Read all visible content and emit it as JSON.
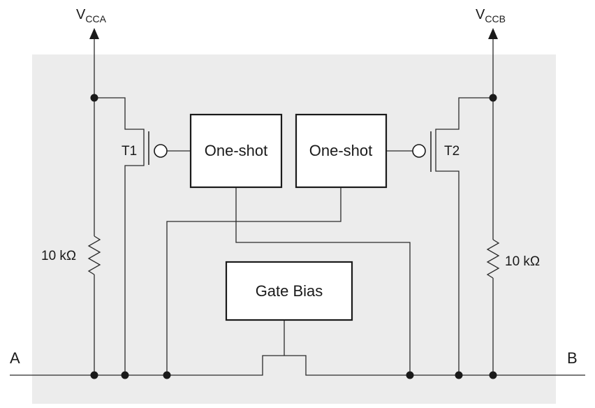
{
  "supplies": {
    "vcca": {
      "main": "V",
      "sub": "CCA"
    },
    "vccb": {
      "main": "V",
      "sub": "CCB"
    }
  },
  "blocks": {
    "oneshot_left": "One-shot",
    "oneshot_right": "One-shot",
    "gate_bias": "Gate Bias"
  },
  "transistors": {
    "t1": "T1",
    "t2": "T2"
  },
  "resistors": {
    "left": "10 kΩ",
    "right": "10 kΩ"
  },
  "ports": {
    "a": "A",
    "b": "B"
  },
  "colors": {
    "background_panel": "#ececec",
    "ink": "#1a1a1a"
  }
}
